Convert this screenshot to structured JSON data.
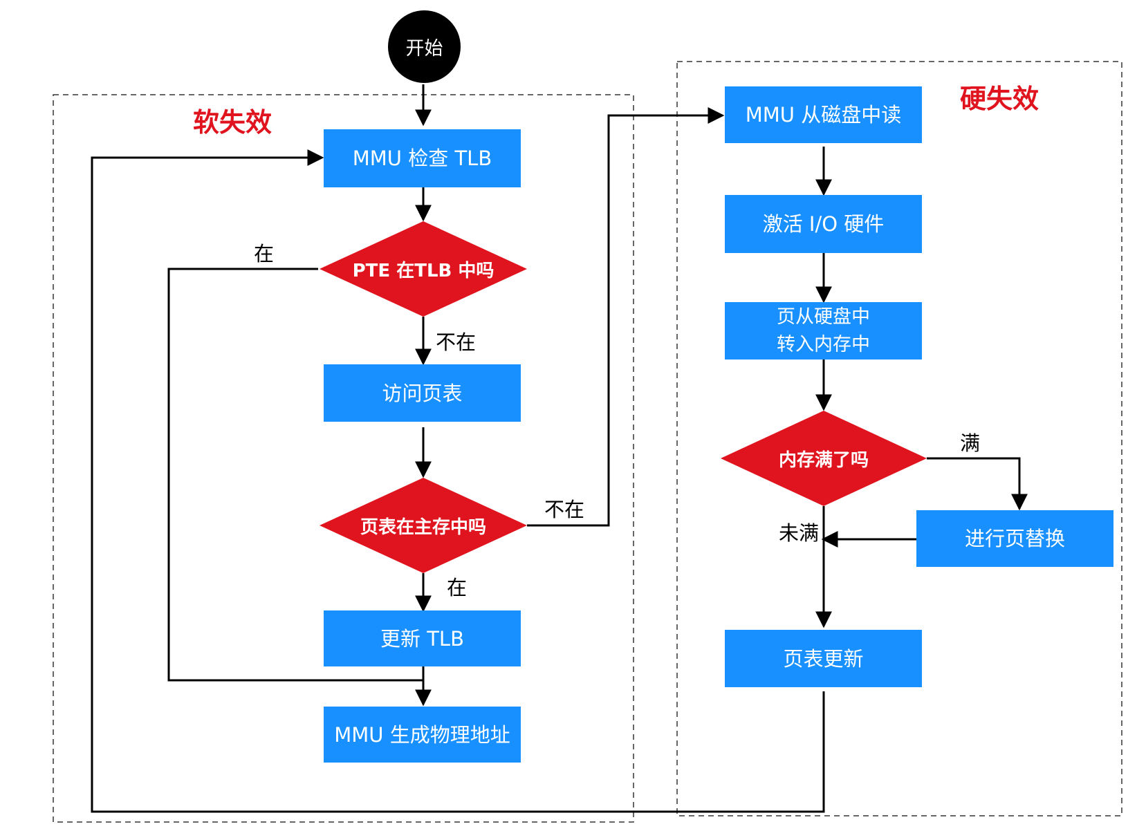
{
  "colors": {
    "process_fill": "#1890ff",
    "decision_fill": "#e0141e",
    "start_fill": "#000000",
    "group_title": "#e0141e",
    "line": "#000000"
  },
  "groups": {
    "soft": {
      "title": "软失效"
    },
    "hard": {
      "title": "硬失效"
    }
  },
  "nodes": {
    "start": "开始",
    "mmu_check_tlb": "MMU 检查 TLB",
    "pte_in_tlb": "PTE 在TLB 中吗",
    "access_page_table": "访问页表",
    "page_table_in_memory": "页表在主存中吗",
    "update_tlb": "更新 TLB",
    "mmu_gen_phys_addr": "MMU 生成物理地址",
    "mmu_read_disk": "MMU 从磁盘中读",
    "activate_io": "激活 I/O 硬件",
    "page_load": "页从硬盘中\n转入内存中",
    "memory_full": "内存满了吗",
    "page_replace": "进行页替换",
    "page_table_update": "页表更新"
  },
  "edge_labels": {
    "pte_yes": "在",
    "pte_no": "不在",
    "pt_no": "不在",
    "pt_yes": "在",
    "full_yes": "满",
    "full_no": "未满"
  }
}
